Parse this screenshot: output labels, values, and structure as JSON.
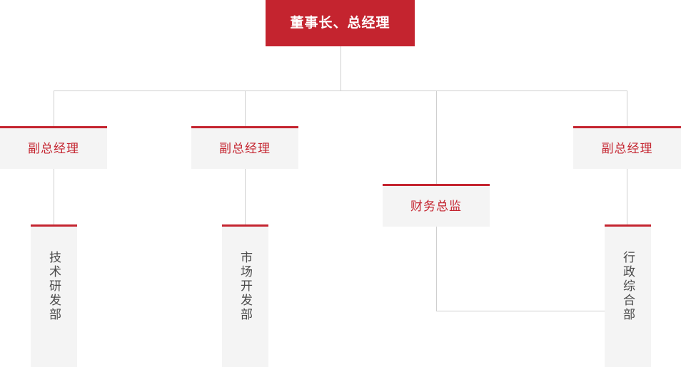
{
  "chart": {
    "type": "org-chart",
    "title": "",
    "colors": {
      "accent_red": "#c4242f",
      "box_background": "#f4f4f4",
      "connector_line": "#cfcfcf",
      "dept_text": "#4a4a4a",
      "page_background": "#ffffff"
    },
    "root": {
      "label": "董事长、总经理"
    },
    "level2": [
      {
        "label": "副总经理"
      },
      {
        "label": "副总经理"
      },
      {
        "label": "财务总监"
      },
      {
        "label": "副总经理"
      }
    ],
    "departments": [
      {
        "label": "技术研发部"
      },
      {
        "label": "市场开发部"
      },
      {
        "label": "行政综合部"
      }
    ]
  }
}
